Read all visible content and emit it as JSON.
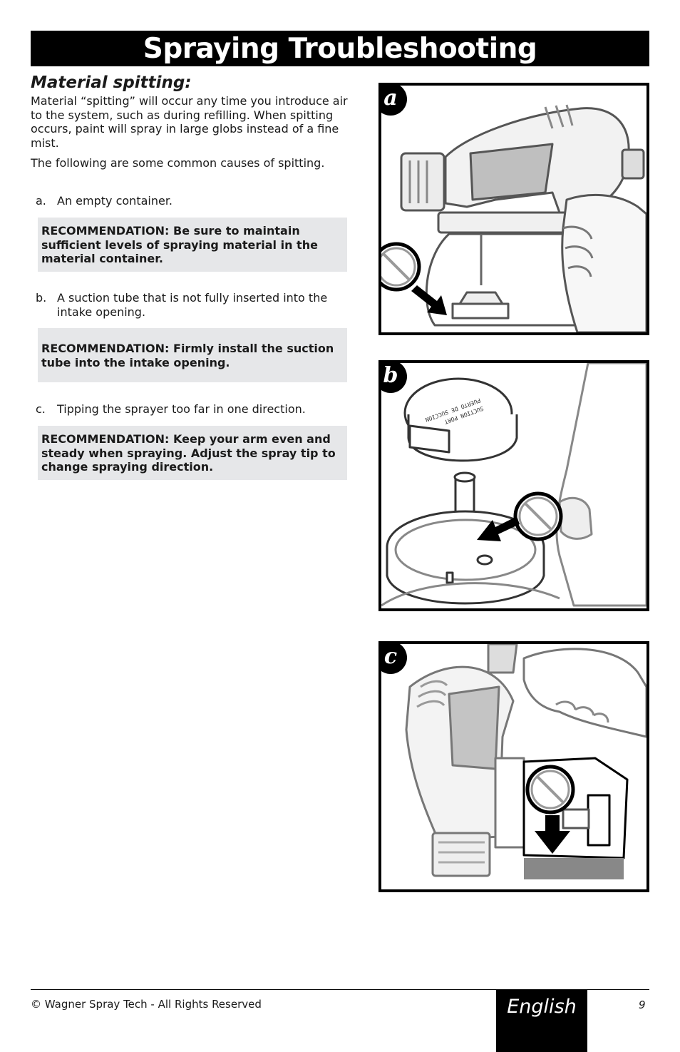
{
  "header": {
    "title": "Spraying Troubleshooting"
  },
  "section": {
    "heading": "Material spitting:",
    "intro": "Material “spitting” will occur any time you introduce air to the system, such as during refilling.  When spitting occurs, paint will spray in large globs instead of a fine mist.",
    "causes_intro": "The following are some common causes of spitting.",
    "items": [
      {
        "label": "a.",
        "text": "An empty container.",
        "recommendation": "RECOMMENDATION:  Be sure to maintain sufficient levels of spraying material in the material container."
      },
      {
        "label": "b.",
        "text": "A suction tube that is not fully inserted into the intake opening.",
        "recommendation": "RECOMMENDATION:  Firmly install the suction tube into the intake opening."
      },
      {
        "label": "c.",
        "text": "Tipping the sprayer too far in one direction.",
        "recommendation": "RECOMMENDATION:  Keep your arm even and steady when spraying.  Adjust the spray tip to change spraying direction."
      }
    ]
  },
  "figures": [
    {
      "label": "a",
      "icons": [
        "prohibition-icon",
        "arrow-icon"
      ]
    },
    {
      "label": "b",
      "icons": [
        "prohibition-icon",
        "arrow-icon"
      ]
    },
    {
      "label": "c",
      "icons": [
        "prohibition-icon",
        "arrow-icon"
      ]
    }
  ],
  "footer": {
    "copyright": "© Wagner Spray Tech - All Rights Reserved",
    "language": "English",
    "page_number": "9"
  }
}
